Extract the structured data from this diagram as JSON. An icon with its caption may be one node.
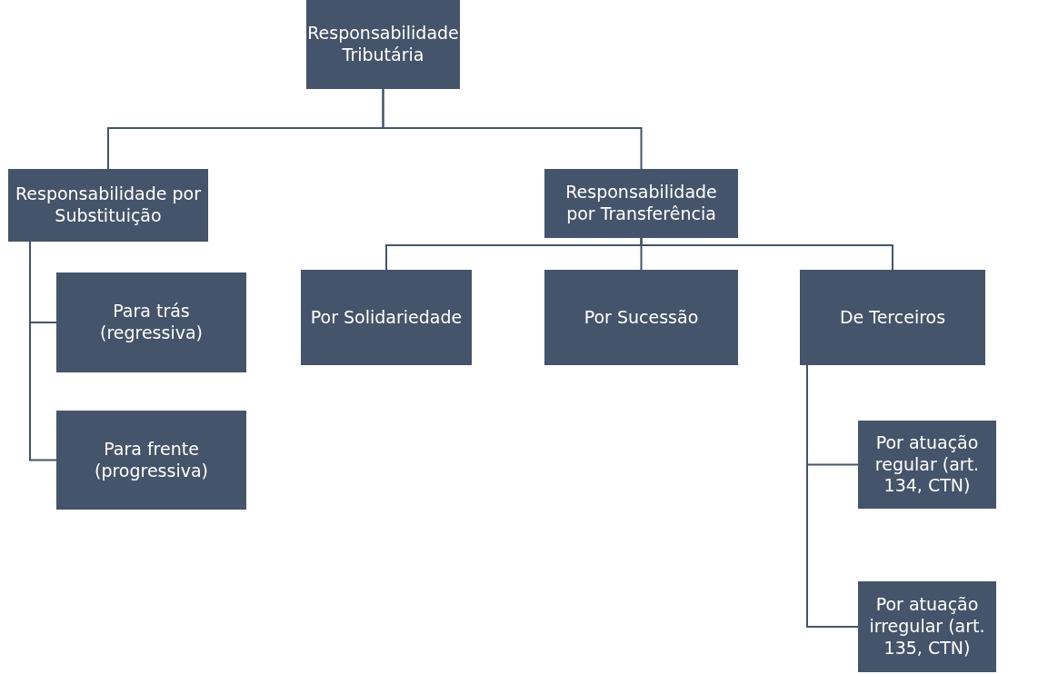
{
  "diagram": {
    "nodes": [
      {
        "text": [
          "Responsabilidade Tributária"
        ]
      },
      {
        "text": [
          "Responsabilidade por Substituição"
        ]
      },
      {
        "text": [
          "Responsabilidade por Transferência"
        ]
      },
      {
        "text": [
          "Para trás (regressiva)"
        ]
      },
      {
        "text": [
          "Para frente (progressiva)"
        ]
      },
      {
        "text": [
          "Por Solidariedade"
        ]
      },
      {
        "text": [
          "Por Sucessão"
        ]
      },
      {
        "text": [
          "De Terceiros"
        ]
      },
      {
        "text": [
          "Por atuação regular (art. 134, CTN)"
        ]
      },
      {
        "text": [
          "Por atuação irregular (art. 135, CTN)"
        ]
      }
    ],
    "edges": [
      {
        "from": 0,
        "to": 1,
        "arrow": "none"
      },
      {
        "from": 0,
        "to": 2,
        "arrow": "none"
      },
      {
        "from": 1,
        "to": 3,
        "arrow": "none"
      },
      {
        "from": 1,
        "to": 4,
        "arrow": "none"
      },
      {
        "from": 2,
        "to": 5,
        "arrow": "none"
      },
      {
        "from": 2,
        "to": 6,
        "arrow": "none"
      },
      {
        "from": 2,
        "to": 7,
        "arrow": "none"
      },
      {
        "from": 7,
        "to": 8,
        "arrow": "none"
      },
      {
        "from": 7,
        "to": 9,
        "arrow": "none"
      }
    ]
  }
}
